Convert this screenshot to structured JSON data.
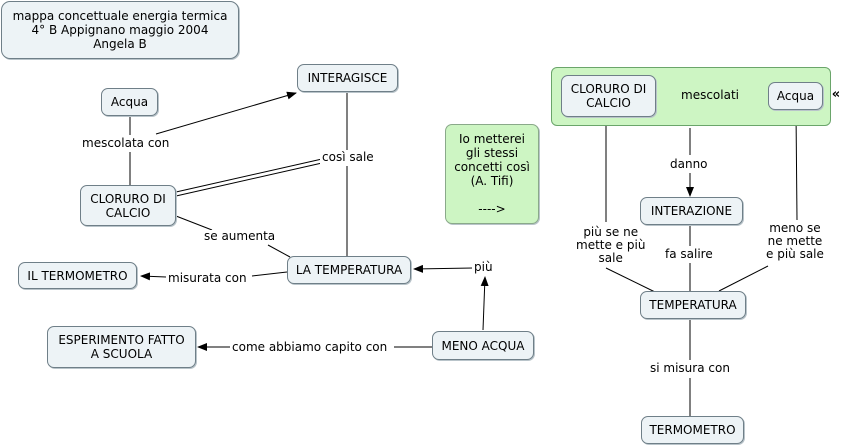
{
  "title_box": "mappa concettuale energia termica\n4° B Appignano maggio 2004\nAngela B",
  "nodes": {
    "acqua": "Acqua",
    "interagisce": "INTERAGISCE",
    "cloruro": "CLORURO DI\nCALCIO",
    "il_termometro": "IL TERMOMETRO",
    "la_temperatura": "LA TEMPERATURA",
    "esperimento": "ESPERIMENTO FATTO\nA SCUOLA",
    "meno_acqua": "MENO ACQUA",
    "note": "Io metterei\ngli stessi\nconcetti così\n(A. Tifi)\n\n---->",
    "cloruro_r": "CLORURO DI\nCALCIO",
    "acqua_r": "Acqua",
    "interazione": "INTERAZIONE",
    "temperatura_r": "TEMPERATURA",
    "termometro_r": "TERMOMETRO"
  },
  "labels": {
    "mescolata_con": "mescolata con",
    "cosi_sale": "così sale",
    "se_aumenta": "se aumenta",
    "misurata_con": "misurata con",
    "piu": "più",
    "come_abbiamo": "come abbiamo capito con",
    "mescolati": "mescolati",
    "danno": "danno",
    "piu_se_ne": "più se ne\nmette e più\nsale",
    "fa_salire": "fa salire",
    "meno_se_ne": "meno se\nne mette\ne più sale",
    "si_misura_con": "si misura con"
  },
  "collapse_glyph": "«",
  "colors": {
    "node_fill": "#edf3f6",
    "group_fill": "#cdf5c3",
    "line": "#000000"
  }
}
